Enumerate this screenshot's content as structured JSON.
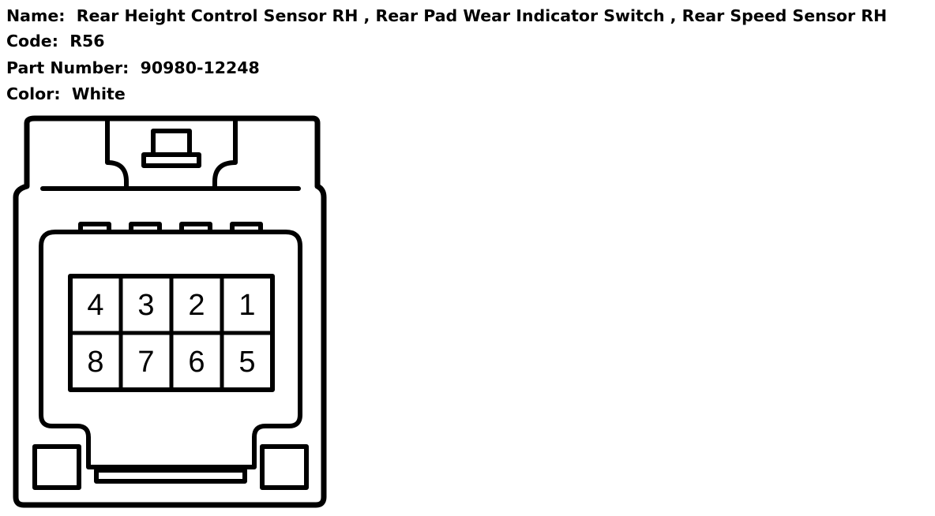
{
  "info": {
    "name_label": "Name:",
    "name_value": "Rear Height Control Sensor RH , Rear Pad Wear Indicator Switch , Rear Speed Sensor RH",
    "code_label": "Code:",
    "code_value": "R56",
    "part_label": "Part Number:",
    "part_value": "90980-12248",
    "color_label": "Color:",
    "color_value": "White"
  },
  "connector": {
    "pins_top_row": [
      "4",
      "3",
      "2",
      "1"
    ],
    "pins_bottom_row": [
      "8",
      "7",
      "6",
      "5"
    ]
  }
}
